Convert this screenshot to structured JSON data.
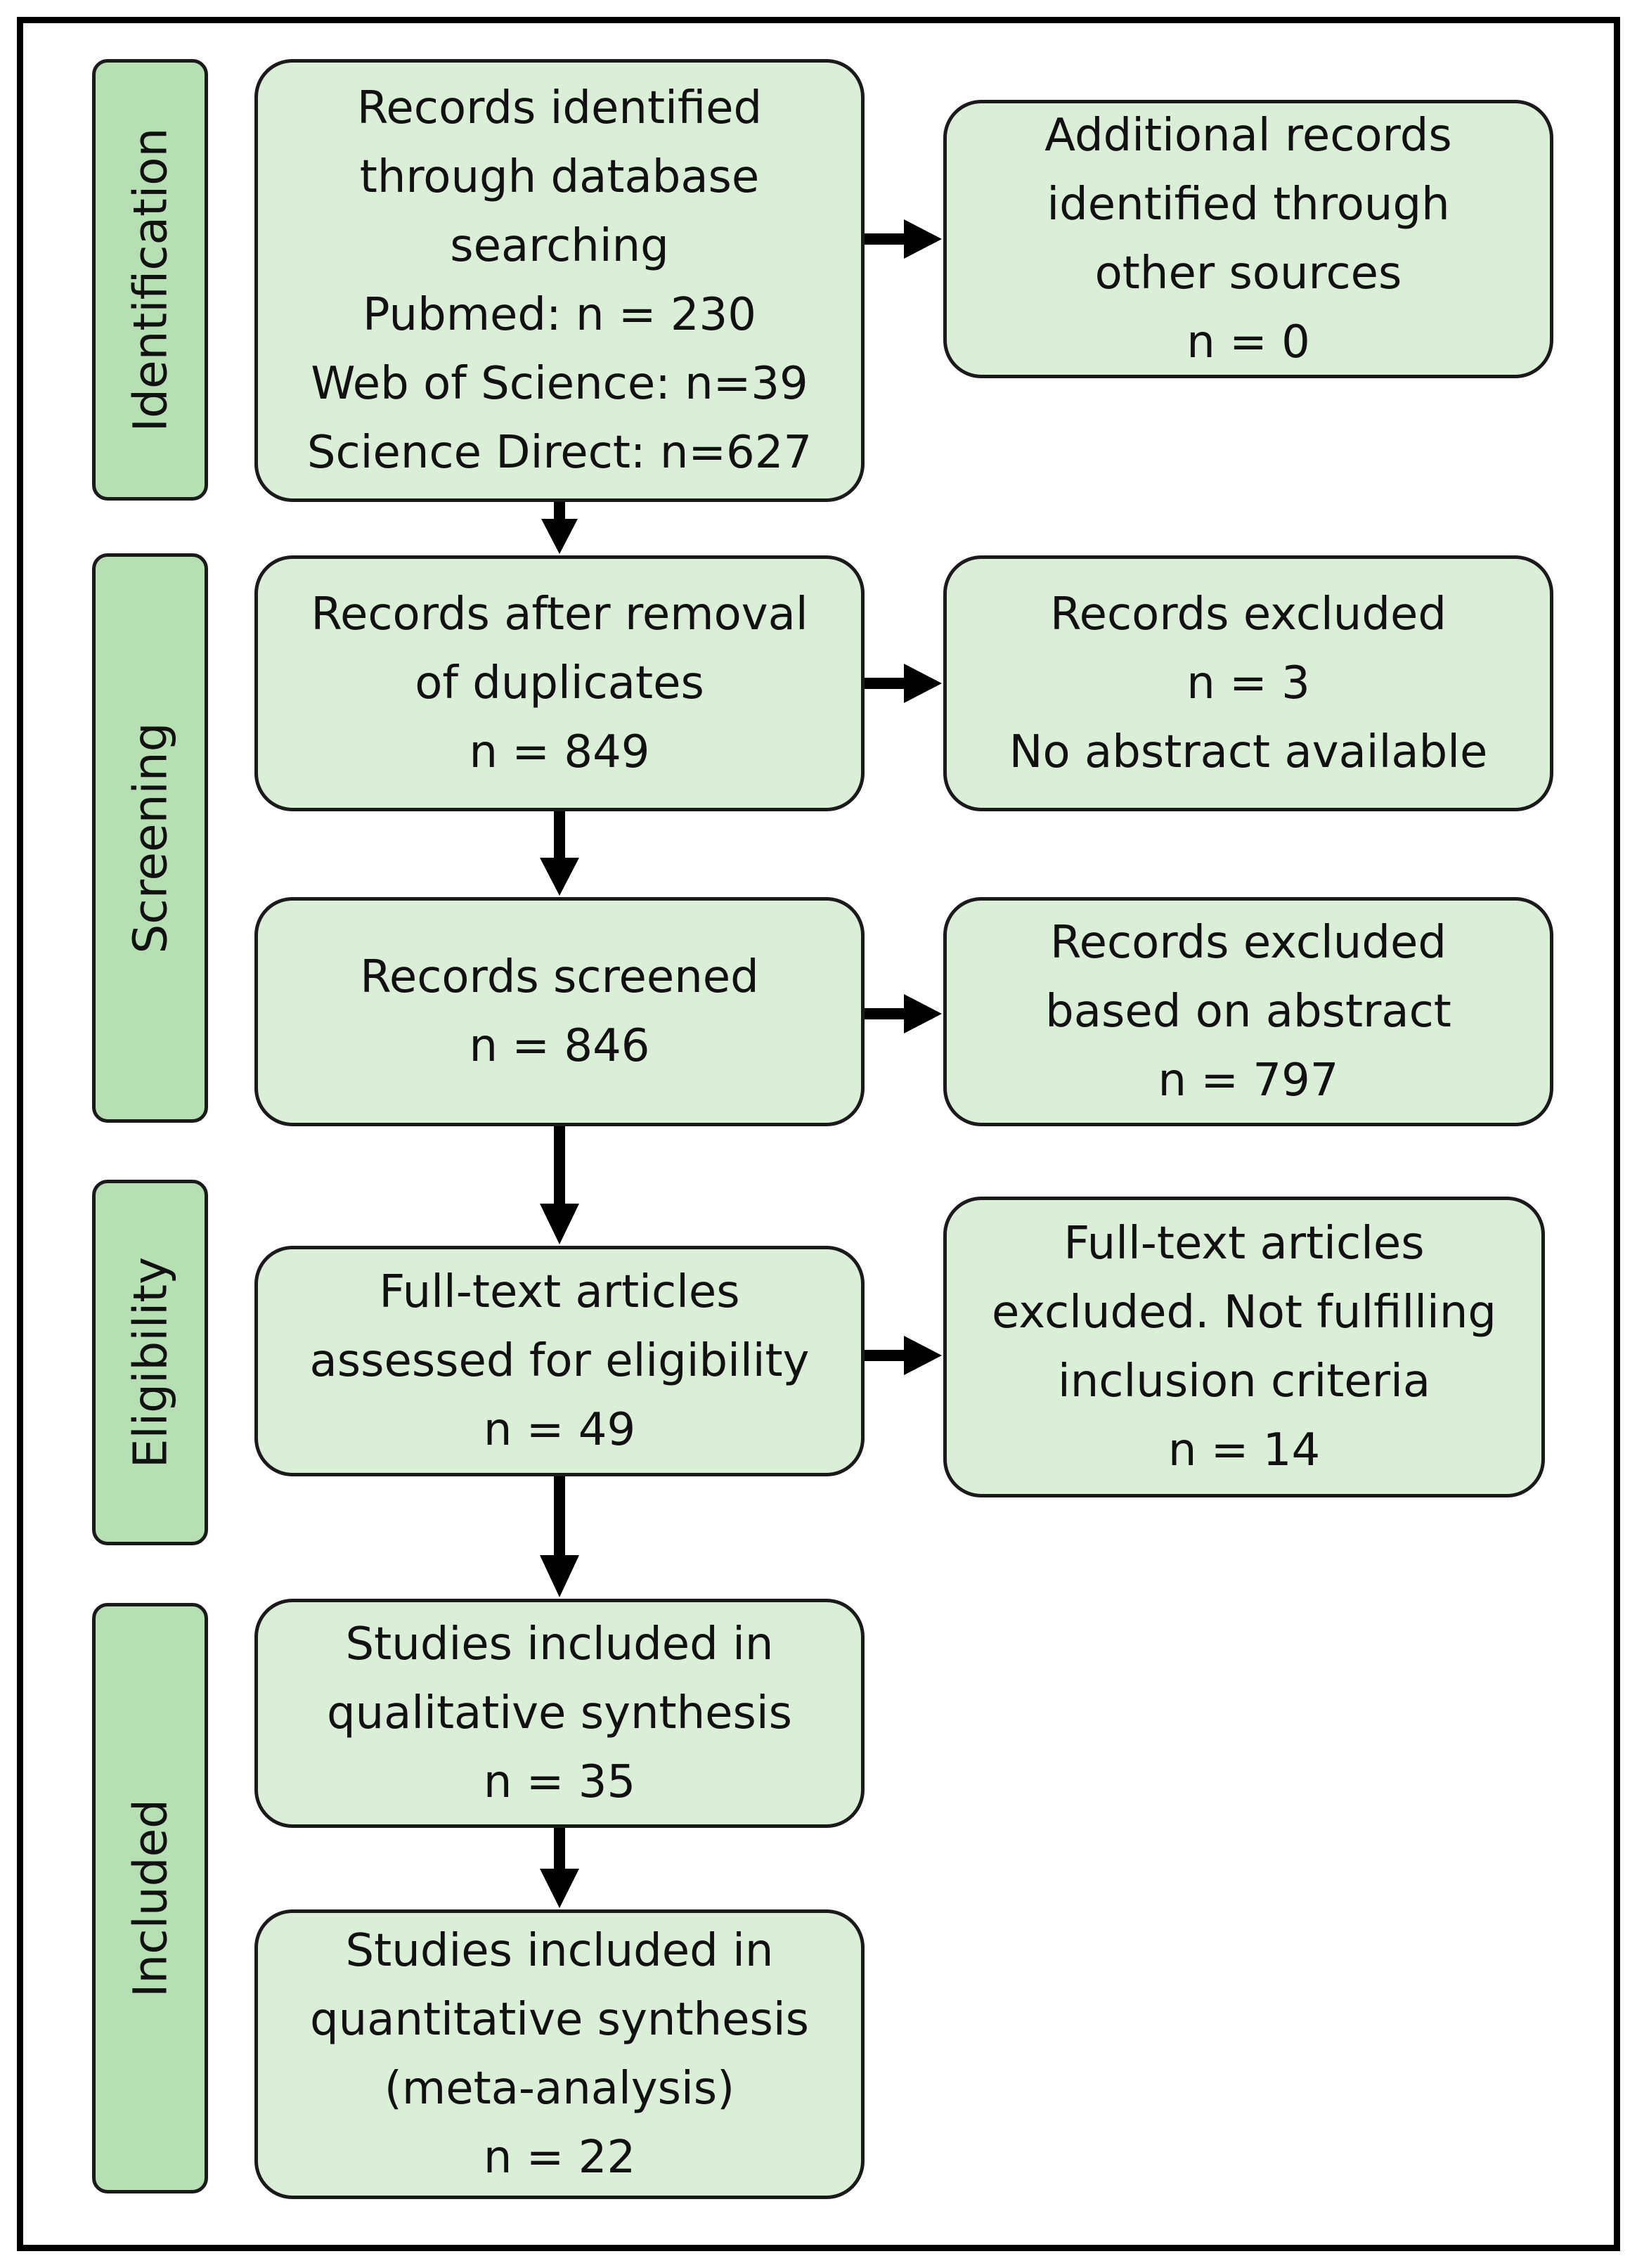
{
  "stages": {
    "identification": "Identification",
    "screening": "Screening",
    "eligibility": "Eligibility",
    "included": "Included"
  },
  "boxes": {
    "database_search": {
      "lines": [
        "Records identified",
        "through database",
        "searching",
        "Pubmed: n = 230",
        "Web of Science: n=39",
        "Science Direct: n=627"
      ]
    },
    "other_sources": {
      "lines": [
        "Additional records",
        "identified through",
        "other sources",
        "n = 0"
      ]
    },
    "after_duplicates": {
      "lines": [
        "Records after removal",
        "of duplicates",
        "n = 849"
      ]
    },
    "excluded_no_abstract": {
      "lines": [
        "Records excluded",
        "n = 3",
        "No abstract available"
      ]
    },
    "screened": {
      "lines": [
        "Records screened",
        "n = 846"
      ]
    },
    "excluded_abstract": {
      "lines": [
        "Records excluded",
        "based on abstract",
        "n = 797"
      ]
    },
    "full_text_assessed": {
      "lines": [
        "Full-text articles",
        "assessed for eligibility",
        "n = 49"
      ]
    },
    "full_text_excluded": {
      "lines": [
        "Full-text articles",
        "excluded. Not fulfilling",
        "inclusion criteria",
        "n = 14"
      ]
    },
    "qualitative": {
      "lines": [
        "Studies included in",
        "qualitative synthesis",
        "n = 35"
      ]
    },
    "quantitative": {
      "lines": [
        "Studies included in",
        "quantitative synthesis",
        "(meta-analysis)",
        "n = 22"
      ]
    }
  }
}
